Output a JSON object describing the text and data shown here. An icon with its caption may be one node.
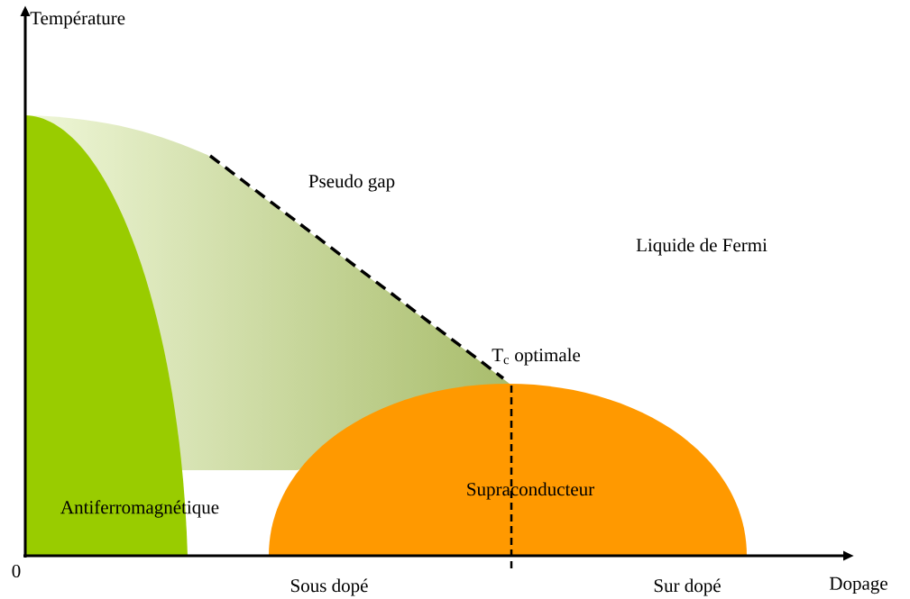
{
  "diagram": {
    "nodes": [
      {
        "text": [
          "Antiferromagnétique"
        ]
      },
      {
        "text": [
          "Supraconducteur"
        ]
      }
    ],
    "labels": [
      "Température",
      "Pseudo gap",
      "Liquide de Fermi",
      "T$_{c}$ optimale",
      "0",
      "Sous dopé",
      "Sur dopé",
      "Dopage"
    ]
  }
}
